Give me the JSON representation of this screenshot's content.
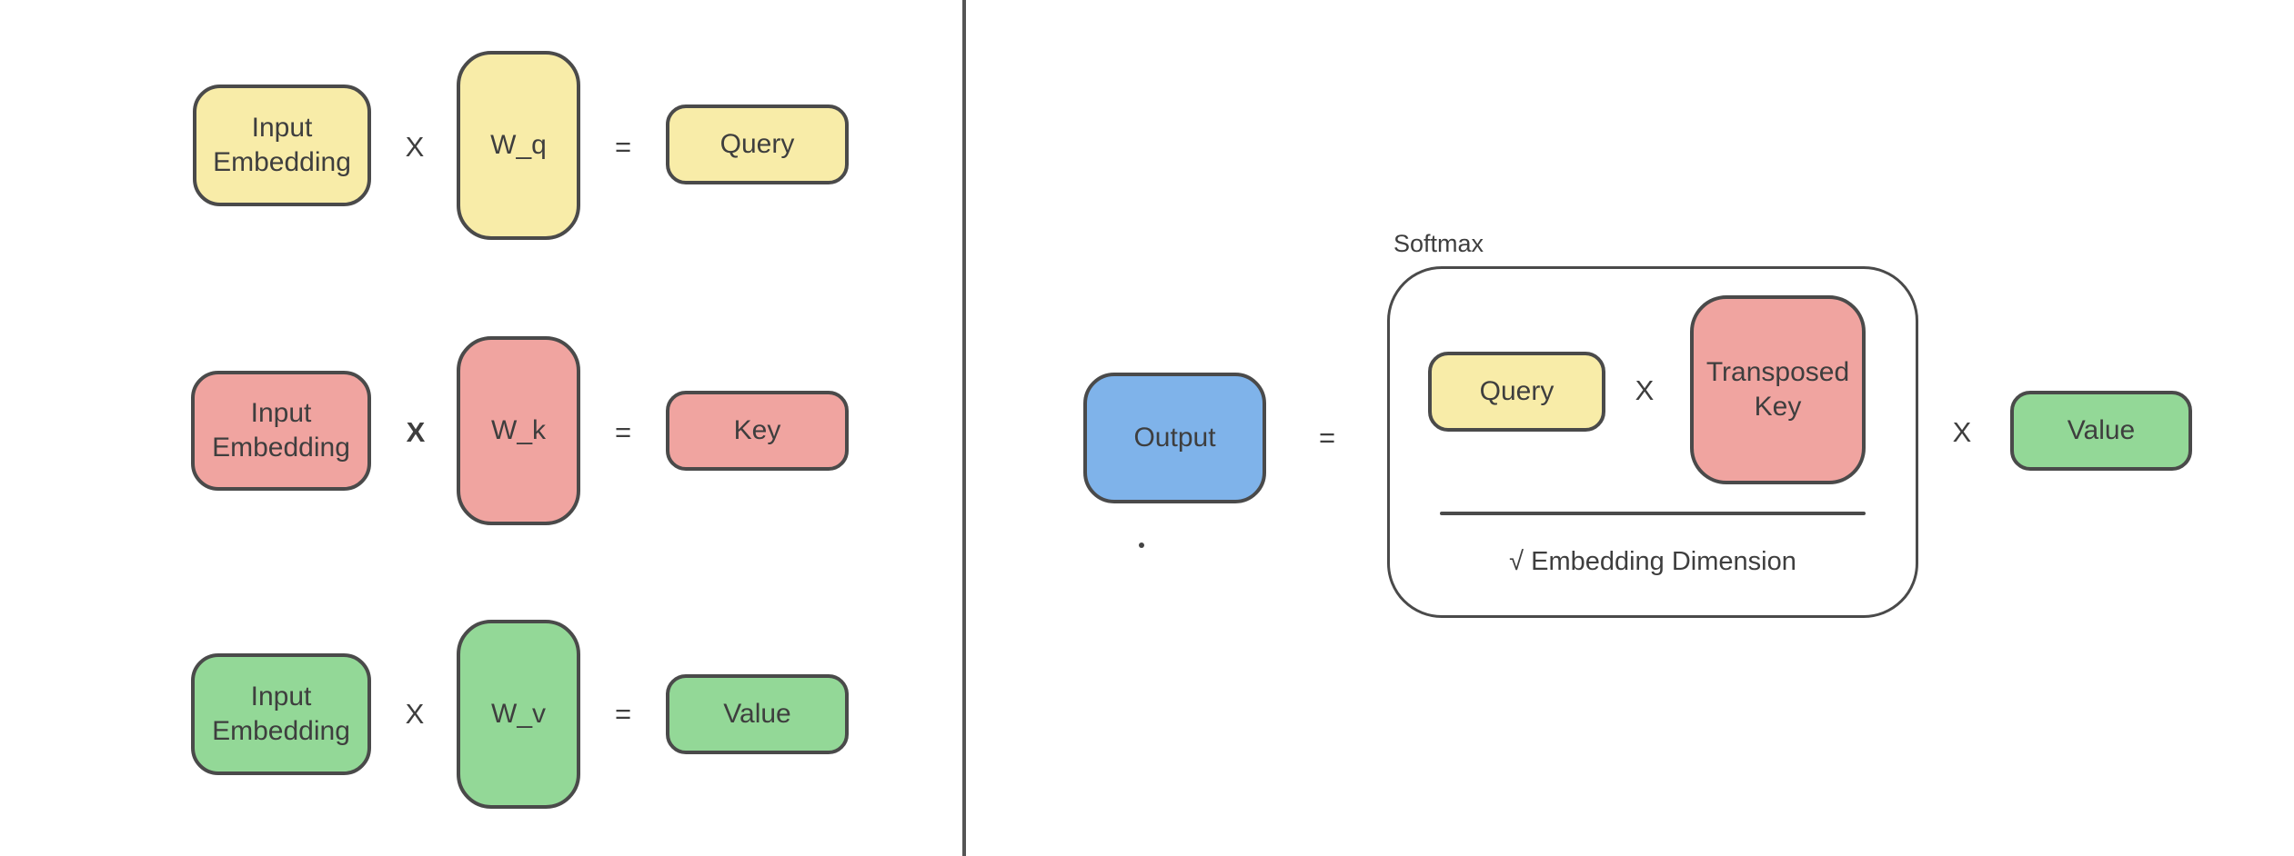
{
  "colors": {
    "background": "#ffffff",
    "stroke": "#4a4a4a",
    "text": "#3e3e3e",
    "yellow": "#f8eca8",
    "red": "#f0a4a0",
    "green": "#93d897",
    "blue": "#7fb3ea"
  },
  "left": {
    "rows": [
      {
        "input": "Input Embedding",
        "times": "X",
        "weight": "W_q",
        "equals": "=",
        "result": "Query",
        "color": "yellow"
      },
      {
        "input": "Input Embedding",
        "times": "X",
        "weight": "W_k",
        "equals": "=",
        "result": "Key",
        "color": "red"
      },
      {
        "input": "Input Embedding",
        "times": "X",
        "weight": "W_v",
        "equals": "=",
        "result": "Value",
        "color": "green"
      }
    ]
  },
  "right": {
    "output": "Output",
    "equals": "=",
    "softmax": "Softmax",
    "query": "Query",
    "times_inner": "X",
    "transposed_key": "Transposed Key",
    "denominator": "√ Embedding Dimension",
    "times_outer": "X",
    "value": "Value"
  }
}
